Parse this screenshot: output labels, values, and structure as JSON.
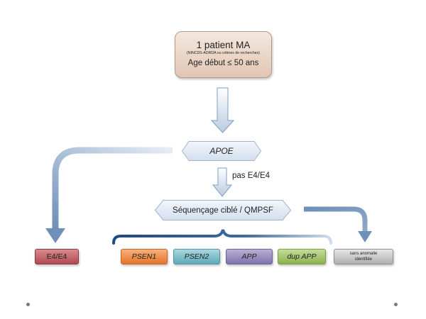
{
  "top_box": {
    "line1": "1 patient MA",
    "line2": "(NINCDS-ADRDA ou critères de recherches)",
    "line3": "Age début ≤ 50 ans"
  },
  "apoe": {
    "label": "APOE"
  },
  "pas_e4": {
    "label": "pas E4/E4"
  },
  "sequencing": {
    "label": "Séquençage ciblé / QMPSF"
  },
  "results": {
    "e4e4": "E4/E4",
    "psen1": "PSEN1",
    "psen2": "PSEN2",
    "app": "APP",
    "dup_app": "dup APP",
    "none_line1": "sans anomalie",
    "none_line2": "identifiée"
  },
  "colors": {
    "arrow": "#7f9dc0",
    "brace": "#274f84",
    "top_box": "#e1c6b2",
    "e4e4": "#b04a52",
    "psen1": "#e4752a",
    "psen2": "#5eaab8",
    "app": "#7f74ab",
    "dup_app": "#8cb24e",
    "none": "#b0b0b0"
  }
}
